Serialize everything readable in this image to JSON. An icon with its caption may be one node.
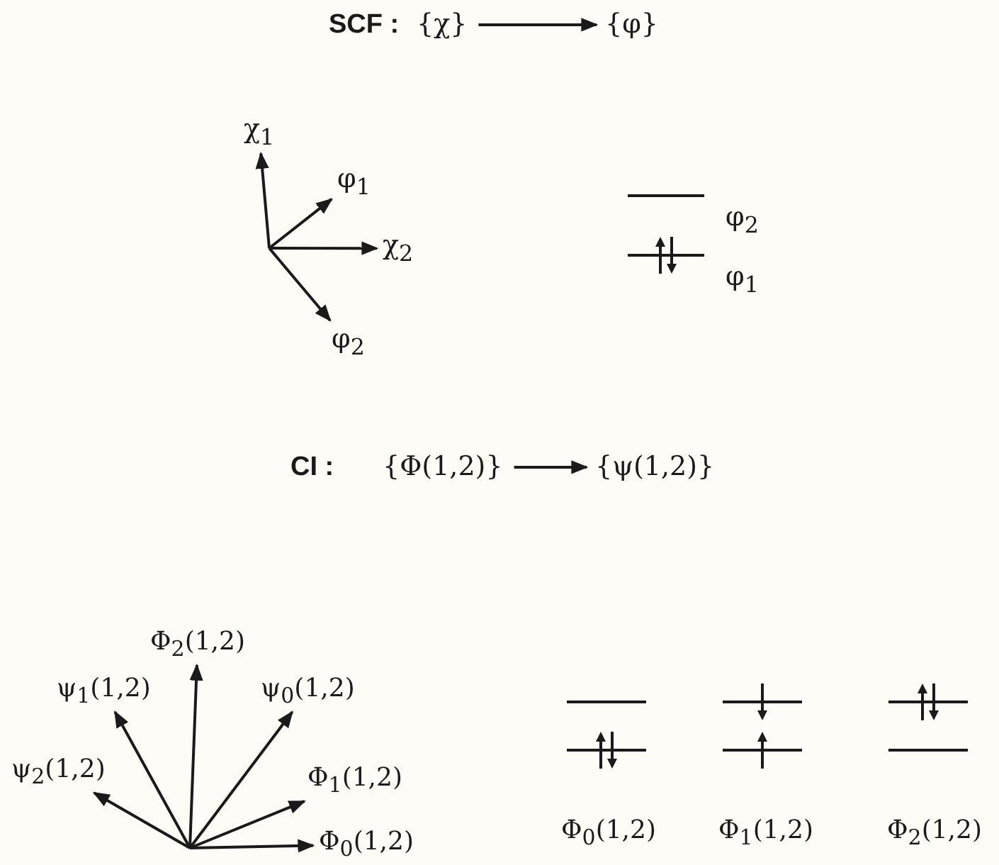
{
  "diagram": {
    "nodes": [
      {
        "text": [
          "{χ}"
        ]
      },
      {
        "text": [
          "{φ}"
        ]
      },
      {
        "text": [
          "{Φ(1,2)}"
        ]
      },
      {
        "text": [
          "{ψ(1,2)}"
        ]
      },
      {
        "text": [
          "χ$_{1}$"
        ]
      },
      {
        "text": [
          "φ$_{1}$"
        ]
      },
      {
        "text": [
          "χ$_{2}$"
        ]
      },
      {
        "text": [
          "φ$_{2}$"
        ]
      },
      {
        "text": [
          "Φ$_{2}$(1,2)"
        ]
      },
      {
        "text": [
          "ψ$_{1}$(1,2)"
        ]
      },
      {
        "text": [
          "ψ$_{0}$(1,2)"
        ]
      },
      {
        "text": [
          "ψ$_{2}$(1,2)"
        ]
      },
      {
        "text": [
          "Φ$_{1}$(1,2)"
        ]
      },
      {
        "text": [
          "Φ$_{0}$(1,2)"
        ]
      }
    ],
    "edges": [
      {
        "from": 0,
        "to": 1,
        "arrow": "to"
      },
      {
        "from": 2,
        "to": 3,
        "arrow": "to"
      },
      {
        "from": null,
        "to": 4,
        "arrow": "to"
      },
      {
        "from": null,
        "to": 5,
        "arrow": "to"
      },
      {
        "from": null,
        "to": 6,
        "arrow": "to"
      },
      {
        "from": null,
        "to": 7,
        "arrow": "to"
      },
      {
        "from": null,
        "to": 8,
        "arrow": "to"
      },
      {
        "from": null,
        "to": 9,
        "arrow": "to"
      },
      {
        "from": null,
        "to": 10,
        "arrow": "to"
      },
      {
        "from": null,
        "to": 11,
        "arrow": "to"
      },
      {
        "from": null,
        "to": 12,
        "arrow": "to"
      },
      {
        "from": null,
        "to": 13,
        "arrow": "to"
      }
    ],
    "labels": [
      "SCF :",
      "CI :",
      "φ$_{2}$",
      "φ$_{1}$",
      "Φ$_{0}$(1,2)",
      "Φ$_{1}$(1,2)",
      "Φ$_{2}$(1,2)"
    ]
  }
}
